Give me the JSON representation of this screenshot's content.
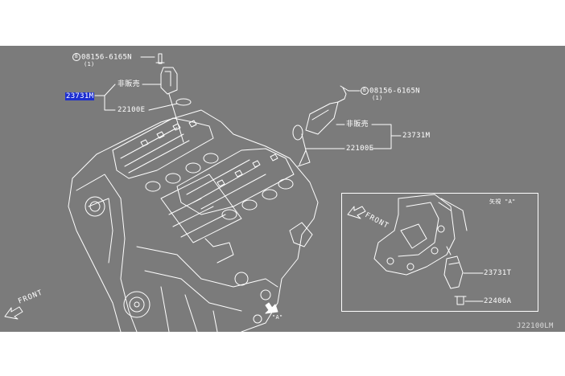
{
  "bolt_part_number_left": "08156-6165N",
  "bolt_qty_left": "(1)",
  "bolt_part_number_right": "08156-6165N",
  "bolt_qty_right": "(1)",
  "bolt_symbol": "B",
  "sensor_part_left": "23731M",
  "sensor_part_right": "23731M",
  "not_for_sale_left": "非販売",
  "not_for_sale_right": "非販売",
  "oring_part_left": "22100E",
  "oring_part_right": "22100E",
  "front_label_main": "FRONT",
  "front_label_inset": "FRONT",
  "view_marker": "\"A\"",
  "inset_title": "矢視 \"A\"",
  "inset_sensor_part": "23731T",
  "inset_bolt_part": "22406A",
  "diagram_id": "J22100LM",
  "colors": {
    "background": "#7b7b7b",
    "linework": "#ffffff",
    "highlight": "#1d2fd0"
  }
}
